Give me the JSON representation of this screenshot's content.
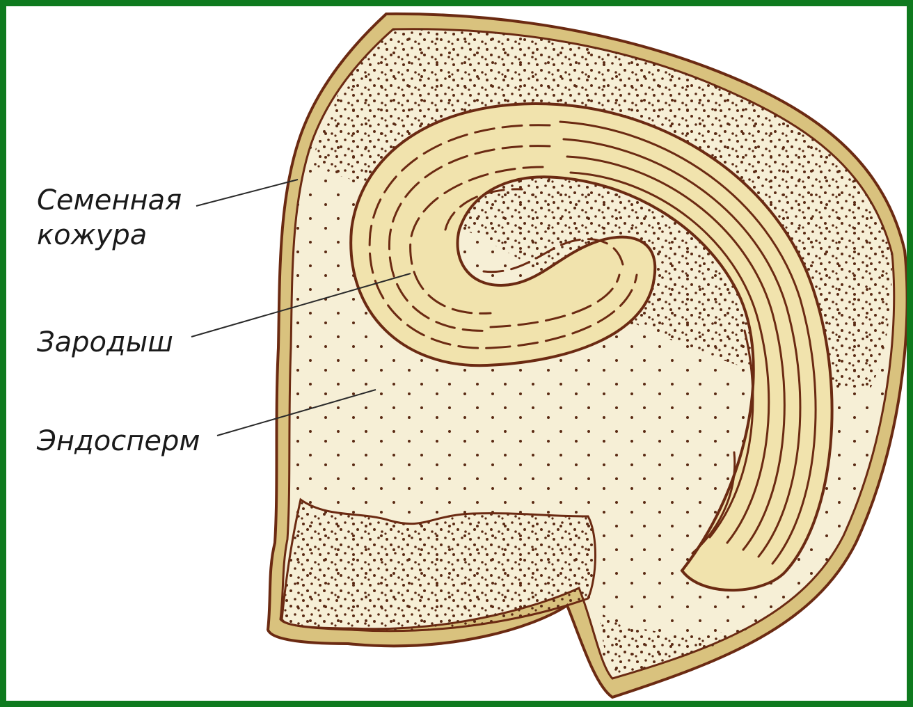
{
  "labels": {
    "seed_coat_line1": "Семенная",
    "seed_coat_line2": "кожура",
    "embryo": "Зародыш",
    "endosperm": "Эндосперм"
  },
  "colors": {
    "frame": "#0e7a1e",
    "outline": "#6b2a12",
    "seed_coat_fill": "#d9c27e",
    "endosperm_fill": "#f6efd6",
    "embryo_fill": "#f1e3ad",
    "dots": "#5a2a14",
    "leader": "#2a2a2a"
  },
  "icons": {
    "seed_section": "seed-cross-section-illustration"
  }
}
